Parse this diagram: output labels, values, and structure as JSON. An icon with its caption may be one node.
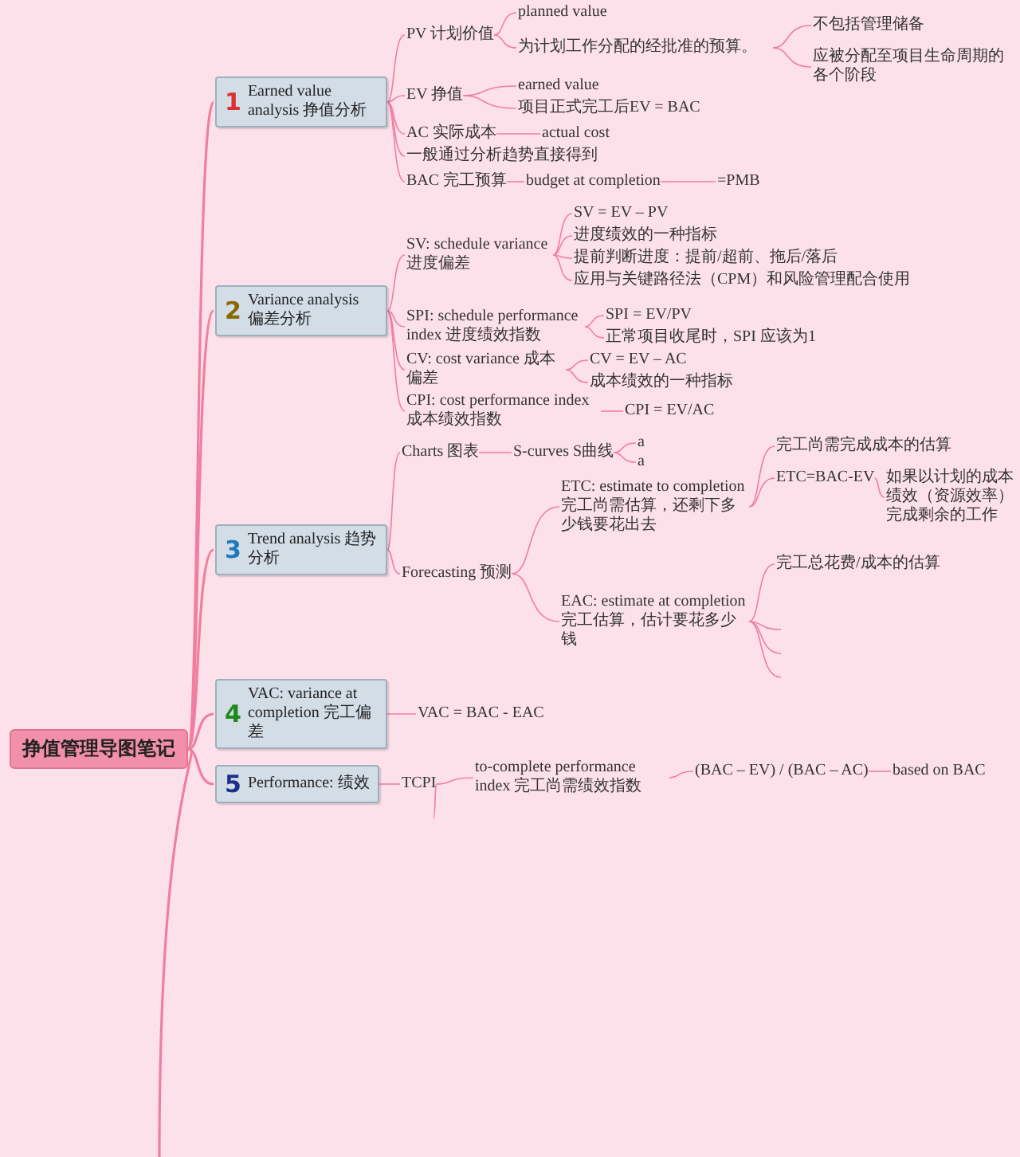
{
  "diagram": {
    "nodes": [
      {
        "text": [
          "挣值管理导图笔记"
        ]
      },
      {
        "text": [
          "1",
          "Earned value analysis 挣值分析"
        ]
      },
      {
        "text": [
          "PV 计划价值"
        ]
      },
      {
        "text": [
          "planned value"
        ]
      },
      {
        "text": [
          "为计划工作分配的经批准的预算。"
        ]
      },
      {
        "text": [
          "不包括管理储备"
        ]
      },
      {
        "text": [
          "应被分配至项目生命周期的各个阶段"
        ]
      },
      {
        "text": [
          "EV 挣值"
        ]
      },
      {
        "text": [
          "earned value"
        ]
      },
      {
        "text": [
          "项目正式完工后EV = BAC"
        ]
      },
      {
        "text": [
          "AC 实际成本"
        ]
      },
      {
        "text": [
          "actual cost"
        ]
      },
      {
        "text": [
          "一般通过分析趋势直接得到"
        ]
      },
      {
        "text": [
          "BAC 完工预算"
        ]
      },
      {
        "text": [
          "budget at completion"
        ]
      },
      {
        "text": [
          "=PMB"
        ]
      },
      {
        "text": [
          "2",
          "Variance analysis 偏差分析"
        ]
      },
      {
        "text": [
          "SV: schedule variance 进度偏差"
        ]
      },
      {
        "text": [
          "SV = EV – PV"
        ]
      },
      {
        "text": [
          "进度绩效的一种指标"
        ]
      },
      {
        "text": [
          "提前判断进度：提前/超前、拖后/落后"
        ]
      },
      {
        "text": [
          "应用与关键路径法（CPM）和风险管理配合使用"
        ]
      },
      {
        "text": [
          "SPI: schedule performance index 进度绩效指数"
        ]
      },
      {
        "text": [
          "SPI = EV/PV"
        ]
      },
      {
        "text": [
          "正常项目收尾时，SPI 应该为1"
        ]
      },
      {
        "text": [
          "CV: cost variance 成本偏差"
        ]
      },
      {
        "text": [
          "CV = EV – AC"
        ]
      },
      {
        "text": [
          "成本绩效的一种指标"
        ]
      },
      {
        "text": [
          "CPI: cost performance index 成本绩效指数"
        ]
      },
      {
        "text": [
          "CPI = EV/AC"
        ]
      },
      {
        "text": [
          "3",
          "Trend analysis 趋势分析"
        ]
      },
      {
        "text": [
          "Charts 图表"
        ]
      },
      {
        "text": [
          "S-curves S曲线"
        ]
      },
      {
        "text": [
          "a"
        ]
      },
      {
        "text": [
          "a"
        ]
      },
      {
        "text": [
          "Forecasting 预测"
        ]
      },
      {
        "text": [
          "ETC: estimate to completion 完工尚需估算，还剩下多少钱要花出去"
        ]
      },
      {
        "text": [
          "完工尚需完成成本的估算"
        ]
      },
      {
        "text": [
          "ETC=BAC-EV"
        ]
      },
      {
        "text": [
          "如果以计划的成本绩效（资源效率）完成剩余的工作"
        ]
      },
      {
        "text": [
          "EAC: estimate at completion 完工估算，估计要花多少钱"
        ]
      },
      {
        "text": [
          "完工总花费/成本的估算"
        ]
      },
      {
        "text": [
          "4",
          "VAC: variance at completion 完工偏差"
        ]
      },
      {
        "text": [
          "VAC = BAC - EAC"
        ]
      },
      {
        "text": [
          "5",
          "Performance: 绩效"
        ]
      },
      {
        "text": [
          "TCPI"
        ]
      },
      {
        "text": [
          "to-complete performance index 完工尚需绩效指数"
        ]
      },
      {
        "text": [
          "(BAC – EV) / (BAC – AC)"
        ]
      },
      {
        "text": [
          "based on BAC"
        ]
      }
    ],
    "edges": [
      {
        "from": 0,
        "to": 1,
        "arrow": "none"
      },
      {
        "from": 1,
        "to": 2,
        "arrow": "none"
      },
      {
        "from": 2,
        "to": 3,
        "arrow": "none"
      },
      {
        "from": 2,
        "to": 4,
        "arrow": "none"
      },
      {
        "from": 4,
        "to": 5,
        "arrow": "none"
      },
      {
        "from": 4,
        "to": 6,
        "arrow": "none"
      },
      {
        "from": 1,
        "to": 7,
        "arrow": "none"
      },
      {
        "from": 7,
        "to": 8,
        "arrow": "none"
      },
      {
        "from": 7,
        "to": 9,
        "arrow": "none"
      },
      {
        "from": 1,
        "to": 10,
        "arrow": "none"
      },
      {
        "from": 10,
        "to": 11,
        "arrow": "none"
      },
      {
        "from": 1,
        "to": 12,
        "arrow": "none"
      },
      {
        "from": 1,
        "to": 13,
        "arrow": "none"
      },
      {
        "from": 13,
        "to": 14,
        "arrow": "none"
      },
      {
        "from": 14,
        "to": 15,
        "arrow": "none"
      },
      {
        "from": 0,
        "to": 16,
        "arrow": "none"
      },
      {
        "from": 16,
        "to": 17,
        "arrow": "none"
      },
      {
        "from": 17,
        "to": 18,
        "arrow": "none"
      },
      {
        "from": 17,
        "to": 19,
        "arrow": "none"
      },
      {
        "from": 17,
        "to": 20,
        "arrow": "none"
      },
      {
        "from": 17,
        "to": 21,
        "arrow": "none"
      },
      {
        "from": 16,
        "to": 22,
        "arrow": "none"
      },
      {
        "from": 22,
        "to": 23,
        "arrow": "none"
      },
      {
        "from": 22,
        "to": 24,
        "arrow": "none"
      },
      {
        "from": 16,
        "to": 25,
        "arrow": "none"
      },
      {
        "from": 25,
        "to": 26,
        "arrow": "none"
      },
      {
        "from": 25,
        "to": 27,
        "arrow": "none"
      },
      {
        "from": 16,
        "to": 28,
        "arrow": "none"
      },
      {
        "from": 28,
        "to": 29,
        "arrow": "none"
      },
      {
        "from": 0,
        "to": 30,
        "arrow": "none"
      },
      {
        "from": 30,
        "to": 31,
        "arrow": "none"
      },
      {
        "from": 31,
        "to": 32,
        "arrow": "none"
      },
      {
        "from": 32,
        "to": 33,
        "arrow": "none"
      },
      {
        "from": 32,
        "to": 34,
        "arrow": "none"
      },
      {
        "from": 30,
        "to": 35,
        "arrow": "none"
      },
      {
        "from": 35,
        "to": 36,
        "arrow": "none"
      },
      {
        "from": 36,
        "to": 37,
        "arrow": "none"
      },
      {
        "from": 36,
        "to": 38,
        "arrow": "none"
      },
      {
        "from": 38,
        "to": 39,
        "arrow": "none"
      },
      {
        "from": 35,
        "to": 40,
        "arrow": "none"
      },
      {
        "from": 40,
        "to": 41,
        "arrow": "none"
      },
      {
        "from": 40,
        "to": null,
        "arrow": "none"
      },
      {
        "from": 40,
        "to": null,
        "arrow": "none"
      },
      {
        "from": 40,
        "to": null,
        "arrow": "none"
      },
      {
        "from": 0,
        "to": 42,
        "arrow": "none"
      },
      {
        "from": 42,
        "to": 43,
        "arrow": "none"
      },
      {
        "from": 0,
        "to": 44,
        "arrow": "none"
      },
      {
        "from": 44,
        "to": 45,
        "arrow": "none"
      },
      {
        "from": 45,
        "to": 46,
        "arrow": "none"
      },
      {
        "from": 46,
        "to": 47,
        "arrow": "none"
      },
      {
        "from": 47,
        "to": 48,
        "arrow": "none"
      },
      {
        "from": 45,
        "to": null,
        "arrow": "none"
      },
      {
        "from": 0,
        "to": null,
        "arrow": "none"
      }
    ]
  }
}
